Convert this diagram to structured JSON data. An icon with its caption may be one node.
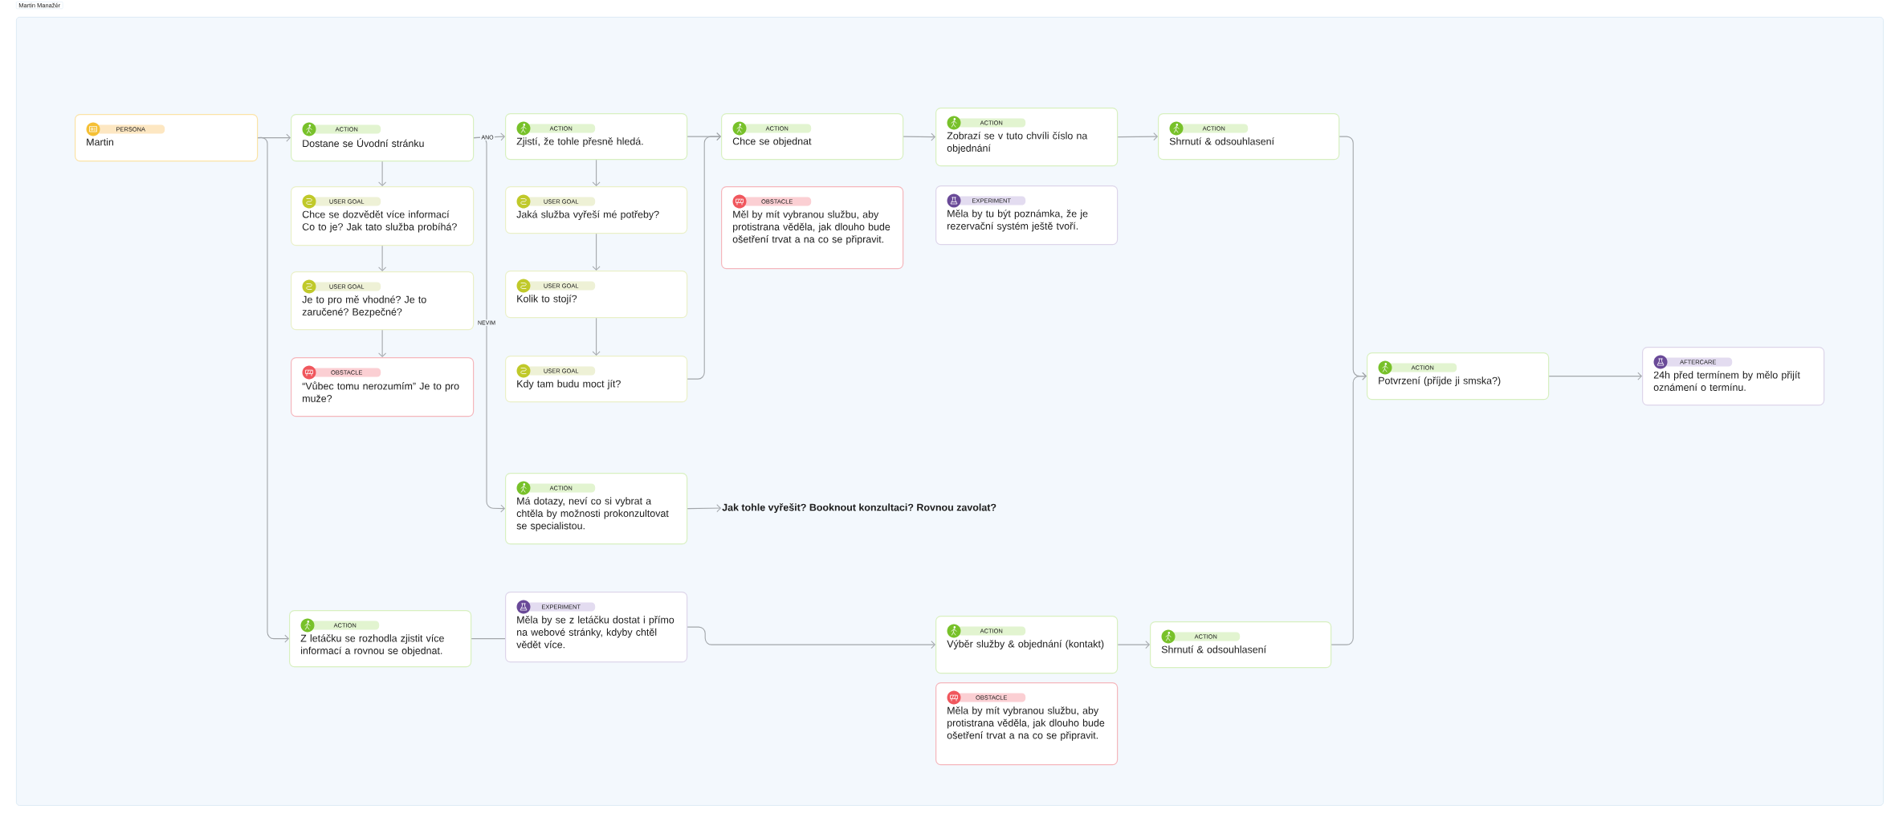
{
  "diagram": {
    "nodes": [
      {
        "text": [
          "Martin Manažér"
        ]
      },
      {
        "text": [
          "PERSONA",
          "Martin"
        ],
        "in": 0
      },
      {
        "text": [
          "ACTION",
          "Dostane se Úvodní stránku"
        ],
        "in": 0
      },
      {
        "text": [
          "USER GOAL",
          "Chce se dozvědět více informací Co to je? Jak tato služba probíhá?"
        ],
        "in": 0
      },
      {
        "text": [
          "USER GOAL",
          "Je to pro mě vhodné? Je to zaručené? Bezpečné?"
        ],
        "in": 0
      },
      {
        "text": [
          "OBSTACLE",
          "“Vůbec tomu nerozumím” Je to pro muže?"
        ],
        "in": 0
      },
      {
        "text": [
          "ACTION",
          "Zjistí, že tohle přesně hledá."
        ],
        "in": 0
      },
      {
        "text": [
          "USER GOAL",
          "Jaká služba vyřeší mé potřeby?"
        ],
        "in": 0
      },
      {
        "text": [
          "USER GOAL",
          "Kolik to stojí?"
        ],
        "in": 0
      },
      {
        "text": [
          "USER GOAL",
          "Kdy tam budu moct jít?"
        ],
        "in": 0
      },
      {
        "text": [
          "ACTION",
          "Má dotazy, neví co si vybrat a chtěla by možnosti prokonzultovat se specialistou."
        ],
        "in": 0
      },
      {
        "text": [
          "Jak tohle vyřešit? Booknout konzultaci? Rovnou zavolat?"
        ],
        "in": 0
      },
      {
        "text": [
          "ACTION",
          "Chce se objednat"
        ],
        "in": 0
      },
      {
        "text": [
          "OBSTACLE",
          "Měl by mít vybranou službu, aby protistrana věděla, jak dlouho bude ošetření trvat a na co se připravit."
        ],
        "in": 0
      },
      {
        "text": [
          "ACTION",
          "Zobrazí se v tuto chvíli číslo na objednání"
        ],
        "in": 0
      },
      {
        "text": [
          "EXPERIMENT",
          "Měla by tu být poznámka, že je rezervační systém ještě tvoří."
        ],
        "in": 0
      },
      {
        "text": [
          "ACTION",
          "Shrnutí & odsouhlasení"
        ],
        "in": 0
      },
      {
        "text": [
          "ACTION",
          "Z letáčku se rozhodla zjistit více informací a rovnou se objednat."
        ],
        "in": 0
      },
      {
        "text": [
          "EXPERIMENT",
          "Měla by se z letáčku dostat i přímo na webové stránky, kdyby chtěl vědět více."
        ],
        "in": 0
      },
      {
        "text": [
          "ACTION",
          "Výběr služby & objednání (kontakt)"
        ],
        "in": 0
      },
      {
        "text": [
          "OBSTACLE",
          "Měla by mít vybranou službu, aby protistrana věděla, jak dlouho bude ošetření trvat a na co se připravit."
        ],
        "in": 0
      },
      {
        "text": [
          "ACTION",
          "Shrnutí & odsouhlasení"
        ],
        "in": 0
      },
      {
        "text": [
          "ACTION",
          "Potvrzení (příjde ji smska?)"
        ],
        "in": 0
      },
      {
        "text": [
          "AFTERCARE",
          "24h před termínem by mělo přijít oznámení o termínu."
        ],
        "in": 0
      }
    ],
    "edges": [
      {
        "from": 1,
        "to": 2,
        "arrow": "to"
      },
      {
        "from": 2,
        "to": 6,
        "arrow": "to",
        "label": "ANO"
      },
      {
        "from": 2,
        "to": 10,
        "arrow": "to",
        "label": "NEVIM"
      },
      {
        "from": 1,
        "to": 17,
        "arrow": "to"
      },
      {
        "from": 2,
        "to": 3,
        "arrow": "to"
      },
      {
        "from": 3,
        "to": 4,
        "arrow": "to"
      },
      {
        "from": 4,
        "to": 5,
        "arrow": "to"
      },
      {
        "from": 6,
        "to": 7,
        "arrow": "to"
      },
      {
        "from": 7,
        "to": 8,
        "arrow": "to"
      },
      {
        "from": 8,
        "to": 9,
        "arrow": "to"
      },
      {
        "from": 6,
        "to": 12,
        "arrow": "to"
      },
      {
        "from": 9,
        "to": 12,
        "arrow": "to"
      },
      {
        "from": 10,
        "to": 11,
        "arrow": "to"
      },
      {
        "from": 12,
        "to": 14,
        "arrow": "to"
      },
      {
        "from": 14,
        "to": 16,
        "arrow": "to"
      },
      {
        "from": 16,
        "to": 22,
        "arrow": "to"
      },
      {
        "from": 17,
        "to": 18,
        "arrow": "none"
      },
      {
        "from": 18,
        "to": 19,
        "arrow": "to"
      },
      {
        "from": 19,
        "to": 21,
        "arrow": "to"
      },
      {
        "from": 21,
        "to": 22,
        "arrow": "to"
      },
      {
        "from": 22,
        "to": 23,
        "arrow": "to"
      }
    ]
  }
}
